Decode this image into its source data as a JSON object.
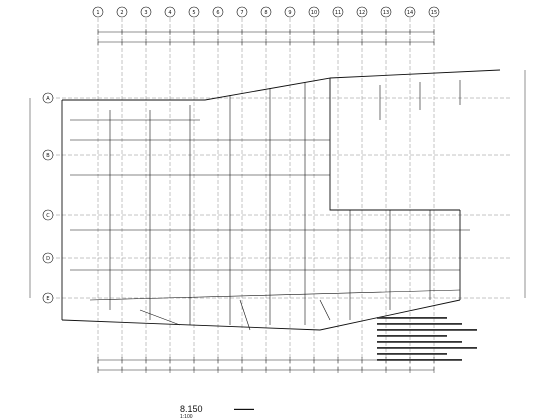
{
  "plan": {
    "level": "8.150",
    "scale": "1:100",
    "axes_top": [
      "1",
      "2",
      "3",
      "4",
      "5",
      "6",
      "7",
      "8",
      "9",
      "10",
      "11",
      "12",
      "13",
      "14",
      "15"
    ],
    "axes_left": [
      "A",
      "B",
      "C",
      "D",
      "E"
    ]
  }
}
